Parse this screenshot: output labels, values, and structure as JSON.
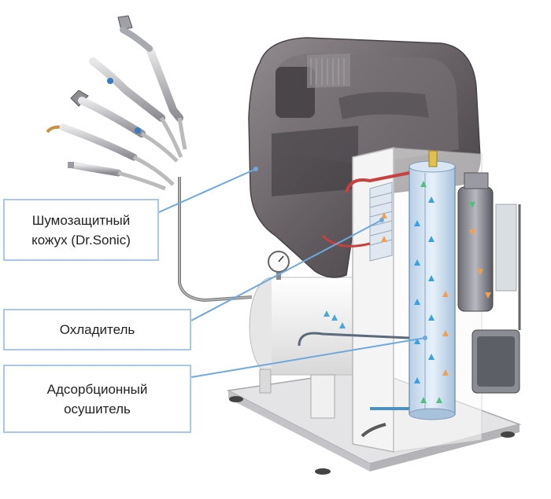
{
  "callouts": [
    {
      "line1": "Шумозащитный",
      "line2": "кожух (Dr.Sonic)"
    },
    {
      "line1": "Охладитель",
      "line2": ""
    },
    {
      "line1": "Адсорбционный",
      "line2": "осушитель"
    }
  ],
  "colors": {
    "callout_border": "#a9c8e8",
    "leader_line": "#6fa8dc",
    "cover": "#5a5458",
    "frame": "#f2f2f2",
    "tank": "#f5f5f5",
    "dryer_column": "#cfe0f0",
    "flow_hot": "#f0a050",
    "flow_cold": "#3aa0e0",
    "flow_green": "#50c080"
  }
}
